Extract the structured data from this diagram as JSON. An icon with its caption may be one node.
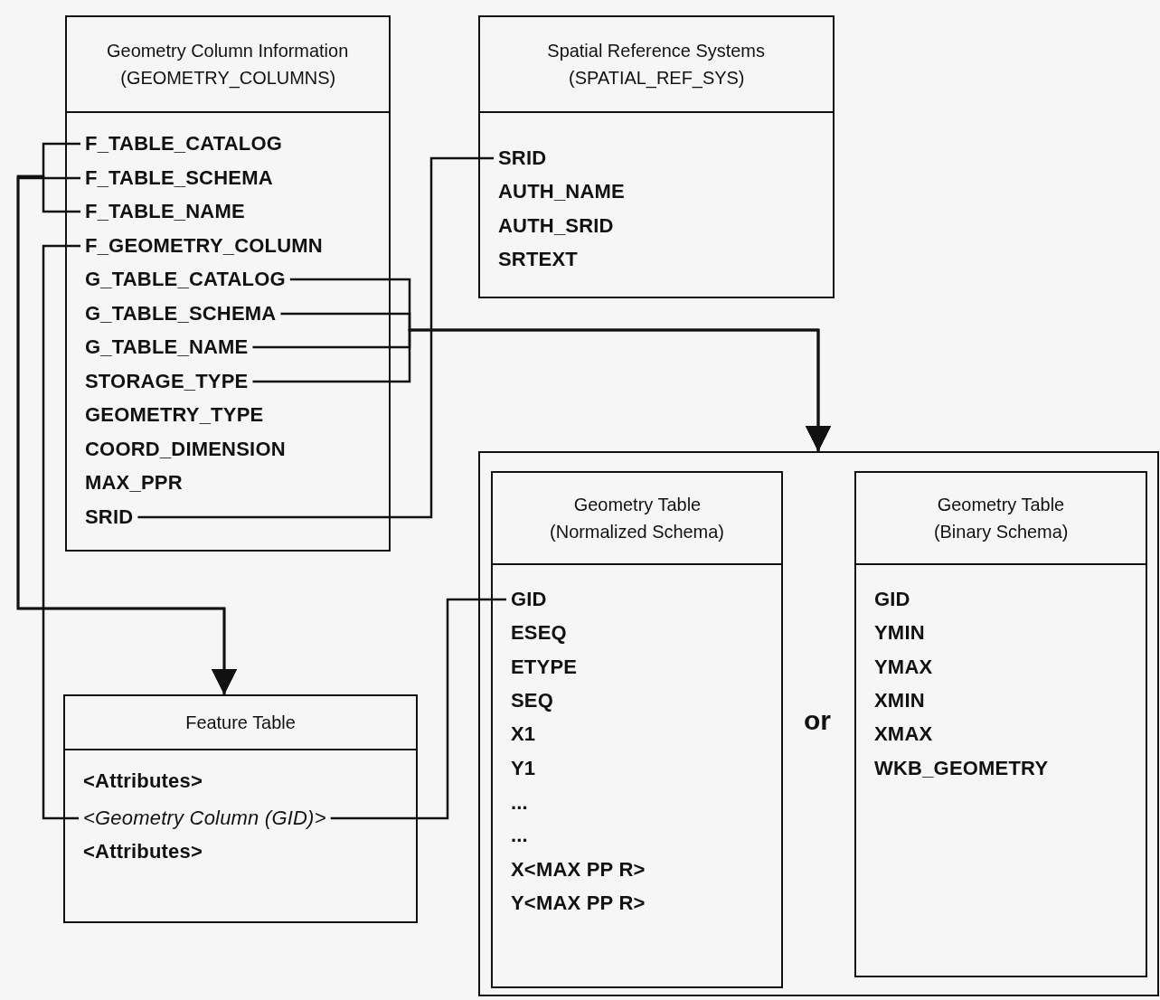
{
  "diagram": {
    "nodes": [
      {
        "text": [
          "Geometry Column Information",
          "(GEOMETRY_COLUMNS)"
        ]
      },
      {
        "text": [
          "F_TABLE_CATALOG"
        ],
        "in": 0
      },
      {
        "text": [
          "F_TABLE_SCHEMA"
        ],
        "in": 0
      },
      {
        "text": [
          "F_TABLE_NAME"
        ],
        "in": 0
      },
      {
        "text": [
          "F_GEOMETRY_COLUMN"
        ],
        "in": 0
      },
      {
        "text": [
          "G_TABLE_CATALOG"
        ],
        "in": 0
      },
      {
        "text": [
          "G_TABLE_SCHEMA"
        ],
        "in": 0
      },
      {
        "text": [
          "G_TABLE_NAME"
        ],
        "in": 0
      },
      {
        "text": [
          "STORAGE_TYPE"
        ],
        "in": 0
      },
      {
        "text": [
          "GEOMETRY_TYPE"
        ],
        "in": 0
      },
      {
        "text": [
          "COORD_DIMENSION"
        ],
        "in": 0
      },
      {
        "text": [
          "MAX_PPR"
        ],
        "in": 0
      },
      {
        "text": [
          "SRID"
        ],
        "in": 0
      },
      {
        "text": [
          "Spatial Reference Systems",
          "(SPATIAL_REF_SYS)"
        ]
      },
      {
        "text": [
          "SRID"
        ],
        "in": 13
      },
      {
        "text": [
          "AUTH_NAME"
        ],
        "in": 13
      },
      {
        "text": [
          "AUTH_SRID"
        ],
        "in": 13
      },
      {
        "text": [
          "SRTEXT"
        ],
        "in": 13
      },
      {
        "text": [],
        "shape": "box"
      },
      {
        "text": [
          "Geometry Table",
          "(Normalized Schema)"
        ],
        "in": 18
      },
      {
        "text": [
          "GID"
        ],
        "in": 19
      },
      {
        "text": [
          "ESEQ"
        ],
        "in": 19
      },
      {
        "text": [
          "ETYPE"
        ],
        "in": 19
      },
      {
        "text": [
          "SEQ"
        ],
        "in": 19
      },
      {
        "text": [
          "X1"
        ],
        "in": 19
      },
      {
        "text": [
          "Y1"
        ],
        "in": 19
      },
      {
        "text": [
          "..."
        ],
        "in": 19
      },
      {
        "text": [
          "..."
        ],
        "in": 19
      },
      {
        "text": [
          "X<MAX PP R>"
        ],
        "in": 19
      },
      {
        "text": [
          "Y<MAX PP R>"
        ],
        "in": 19
      },
      {
        "text": [
          "Geometry Table",
          "(Binary Schema)"
        ],
        "in": 18
      },
      {
        "text": [
          "GID"
        ],
        "in": 30
      },
      {
        "text": [
          "YMIN"
        ],
        "in": 30
      },
      {
        "text": [
          "YMAX"
        ],
        "in": 30
      },
      {
        "text": [
          "XMIN"
        ],
        "in": 30
      },
      {
        "text": [
          "XMAX"
        ],
        "in": 30
      },
      {
        "text": [
          "WKB_GEOMETRY"
        ],
        "in": 30
      },
      {
        "text": [
          "Feature Table"
        ]
      },
      {
        "text": [
          "<Attributes>"
        ],
        "in": 37
      },
      {
        "text": [
          "<Geometry Column (GID)>"
        ],
        "in": 37
      },
      {
        "text": [
          "<Attributes>"
        ],
        "in": 37
      }
    ],
    "edges": [
      {
        "from": 1,
        "to": 37,
        "arrow": "to"
      },
      {
        "from": 2,
        "to": 37,
        "arrow": "to"
      },
      {
        "from": 3,
        "to": 37,
        "arrow": "to"
      },
      {
        "from": 4,
        "to": 39,
        "arrow": "none"
      },
      {
        "from": 5,
        "to": 18,
        "arrow": "to"
      },
      {
        "from": 6,
        "to": 18,
        "arrow": "to"
      },
      {
        "from": 7,
        "to": 18,
        "arrow": "to"
      },
      {
        "from": 8,
        "to": 18,
        "arrow": "to"
      },
      {
        "from": 12,
        "to": 14,
        "arrow": "none"
      },
      {
        "from": 39,
        "to": 20,
        "arrow": "none"
      }
    ],
    "labels": [
      "or"
    ]
  }
}
